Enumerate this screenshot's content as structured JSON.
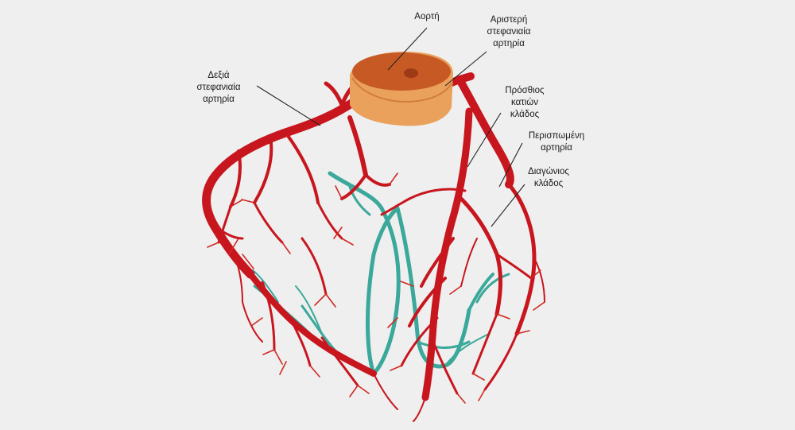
{
  "labels": {
    "aorta": [
      "Αορτή"
    ],
    "left_coronary": [
      "Αριστερή",
      "στεφανιαία",
      "αρτηρία"
    ],
    "right_coronary": [
      "Δεξιά",
      "στεφανιαία",
      "αρτηρία"
    ],
    "anterior_descending": [
      "Πρόσθιος",
      "κατιών",
      "κλάδος"
    ],
    "circumflex": [
      "Περισπωμένη",
      "αρτηρία"
    ],
    "diagonal": [
      "Διαγώνιος",
      "κλάδος"
    ]
  },
  "colors": {
    "background": "#efefef",
    "artery": "#c8161e",
    "artery_light": "#e0441f",
    "vein": "#3aa89a",
    "aorta_outer": "#e9a15c",
    "aorta_inner": "#c75a24"
  }
}
